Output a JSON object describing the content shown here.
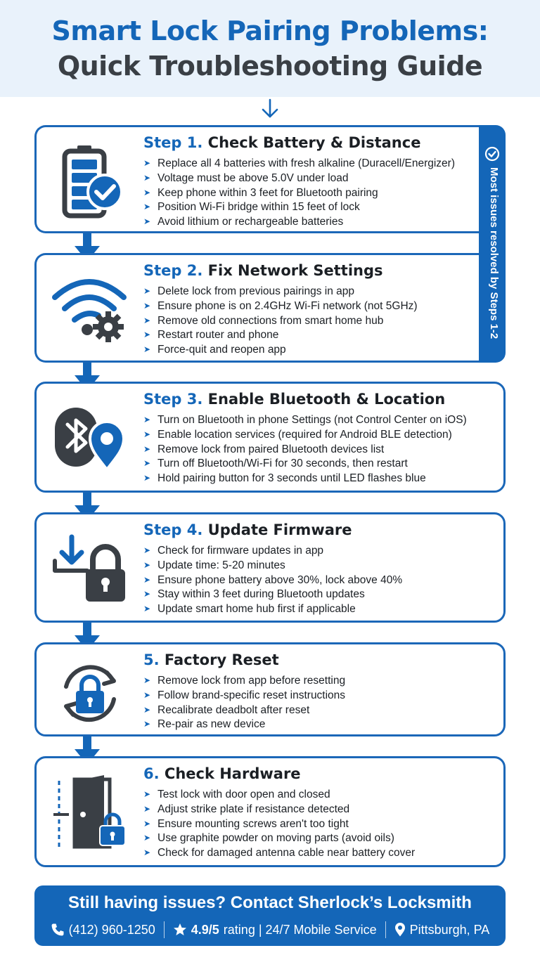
{
  "header": {
    "title_line1": "Smart Lock Pairing Problems:",
    "title_line2": "Quick Troubleshooting Guide"
  },
  "side_banner": {
    "text": "Most issues resolved by Steps 1-2",
    "icon": "check-circle-icon"
  },
  "steps": [
    {
      "number": "Step 1.",
      "title": "Check Battery & Distance",
      "icon": "battery-check-icon",
      "items": [
        "Replace all 4 batteries with fresh alkaline (Duracell/Energizer)",
        "Voltage must be above 5.0V under load",
        "Keep phone within 3 feet for Bluetooth pairing",
        "Position Wi-Fi bridge within 15 feet of lock",
        "Avoid lithium or rechargeable batteries"
      ]
    },
    {
      "number": "Step 2.",
      "title": "Fix Network Settings",
      "icon": "wifi-gear-icon",
      "items": [
        "Delete lock from previous pairings in app",
        "Ensure phone is on 2.4GHz Wi-Fi network (not 5GHz)",
        "Remove old connections from smart home hub",
        "Restart router and phone",
        "Force-quit and reopen app"
      ]
    },
    {
      "number": "Step 3.",
      "title": "Enable Bluetooth & Location",
      "icon": "bluetooth-location-icon",
      "items": [
        "Turn on Bluetooth in phone Settings (not Control Center on iOS)",
        "Enable location services (required for Android BLE detection)",
        "Remove lock from paired Bluetooth devices list",
        "Turn off Bluetooth/Wi-Fi for 30 seconds, then restart",
        "Hold pairing button for 3 seconds until LED flashes blue"
      ]
    },
    {
      "number": "Step 4.",
      "title": "Update Firmware",
      "icon": "download-lock-icon",
      "items": [
        "Check for firmware updates in app",
        "Update time: 5-20 minutes",
        "Ensure phone battery above 30%, lock above 40%",
        "Stay within 3 feet during Bluetooth updates",
        "Update smart home hub first if applicable"
      ]
    },
    {
      "number": "5.",
      "title": "Factory Reset",
      "icon": "reset-lock-icon",
      "items": [
        "Remove lock from app before resetting",
        "Follow brand-specific reset instructions",
        "Recalibrate deadbolt after reset",
        "Re-pair as new device"
      ]
    },
    {
      "number": "6.",
      "title": "Check Hardware",
      "icon": "door-lock-icon",
      "items": [
        "Test lock with door open and closed",
        "Adjust strike plate if resistance detected",
        "Ensure mounting screws aren't too tight",
        "Use graphite powder on moving parts (avoid oils)",
        "Check for damaged antenna cable near battery cover"
      ]
    }
  ],
  "footer": {
    "cta": "Still having issues? Contact Sherlock’s Locksmith",
    "phone": "(412) 960-1250",
    "rating": "4.9/5",
    "rating_suffix": "rating | 24/7 Mobile Service",
    "location": "Pittsburgh, PA"
  },
  "colors": {
    "primary": "#1466b8",
    "dark": "#3a3f45",
    "header_bg": "#e9f2fb"
  }
}
